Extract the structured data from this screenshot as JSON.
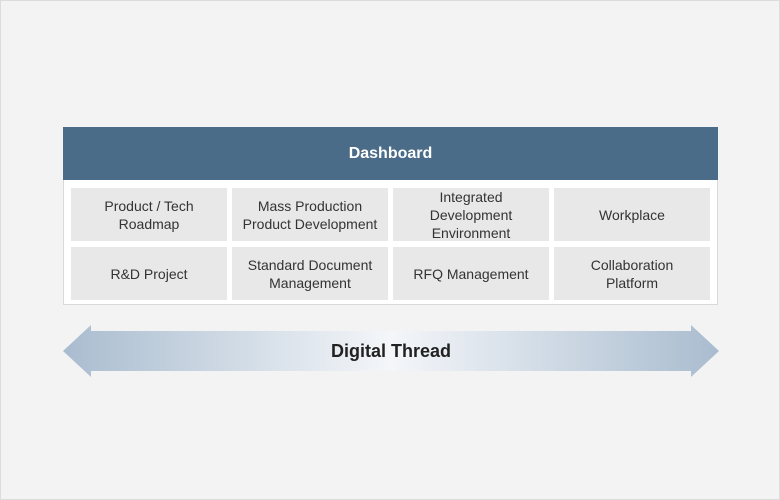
{
  "dashboard": {
    "title": "Dashboard"
  },
  "modules": [
    "Product / Tech\nRoadmap",
    "Mass Production\nProduct Development",
    "Integrated Development\nEnvironment",
    "Workplace",
    "R&D Project",
    "Standard Document\nManagement",
    "RFQ Management",
    "Collaboration\nPlatform"
  ],
  "thread": {
    "label": "Digital Thread"
  },
  "colors": {
    "header": "#4b6c89",
    "cell": "#e8e8e8",
    "arrow_edge": "#a9bccf",
    "arrow_center": "#f4f6f9"
  }
}
